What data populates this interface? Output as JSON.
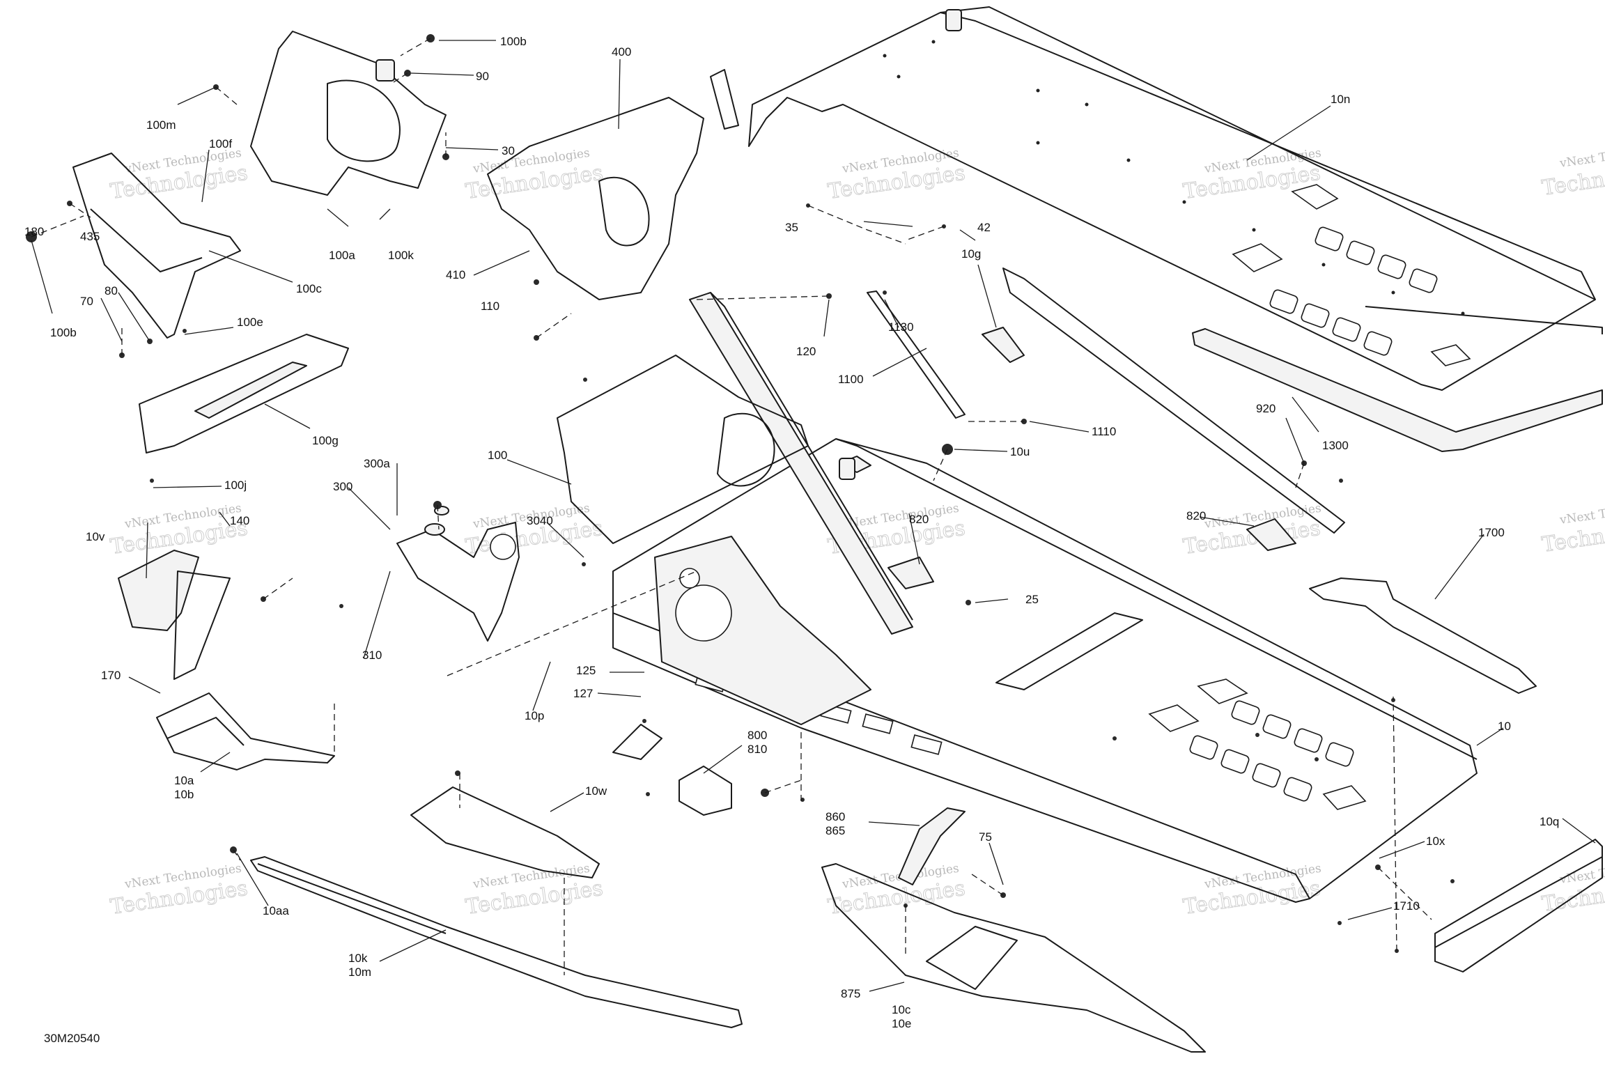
{
  "figure_code": "30M20540",
  "watermark": {
    "line1": "vNext Technologies",
    "line2": "Technologies"
  },
  "callouts": [
    {
      "id": "100b_top",
      "text": "100b"
    },
    {
      "id": "90",
      "text": "90"
    },
    {
      "id": "30",
      "text": "30"
    },
    {
      "id": "100m",
      "text": "100m"
    },
    {
      "id": "100f",
      "text": "100f"
    },
    {
      "id": "180",
      "text": "180"
    },
    {
      "id": "435",
      "text": "435"
    },
    {
      "id": "100a",
      "text": "100a"
    },
    {
      "id": "100k",
      "text": "100k"
    },
    {
      "id": "100c",
      "text": "100c"
    },
    {
      "id": "70",
      "text": "70"
    },
    {
      "id": "80",
      "text": "80"
    },
    {
      "id": "100b_left",
      "text": "100b"
    },
    {
      "id": "100e",
      "text": "100e"
    },
    {
      "id": "100g",
      "text": "100g"
    },
    {
      "id": "100j",
      "text": "100j"
    },
    {
      "id": "400",
      "text": "400"
    },
    {
      "id": "410",
      "text": "410"
    },
    {
      "id": "110",
      "text": "110"
    },
    {
      "id": "10n",
      "text": "10n"
    },
    {
      "id": "35",
      "text": "35"
    },
    {
      "id": "42",
      "text": "42"
    },
    {
      "id": "10g",
      "text": "10g"
    },
    {
      "id": "120",
      "text": "120"
    },
    {
      "id": "1130",
      "text": "1130"
    },
    {
      "id": "1100",
      "text": "1100"
    },
    {
      "id": "1110",
      "text": "1110"
    },
    {
      "id": "1300",
      "text": "1300"
    },
    {
      "id": "920",
      "text": "920"
    },
    {
      "id": "10u",
      "text": "10u"
    },
    {
      "id": "100",
      "text": "100"
    },
    {
      "id": "300a",
      "text": "300a"
    },
    {
      "id": "300",
      "text": "300"
    },
    {
      "id": "3040",
      "text": "3040"
    },
    {
      "id": "140",
      "text": "140"
    },
    {
      "id": "10v",
      "text": "10v"
    },
    {
      "id": "820_a",
      "text": "820"
    },
    {
      "id": "820_b",
      "text": "820"
    },
    {
      "id": "25",
      "text": "25"
    },
    {
      "id": "1700",
      "text": "1700"
    },
    {
      "id": "310",
      "text": "310"
    },
    {
      "id": "170",
      "text": "170"
    },
    {
      "id": "125",
      "text": "125"
    },
    {
      "id": "127",
      "text": "127"
    },
    {
      "id": "10p",
      "text": "10p"
    },
    {
      "id": "800",
      "text": "800"
    },
    {
      "id": "810",
      "text": "810"
    },
    {
      "id": "10",
      "text": "10"
    },
    {
      "id": "10a",
      "text": "10a"
    },
    {
      "id": "10b",
      "text": "10b"
    },
    {
      "id": "10w",
      "text": "10w"
    },
    {
      "id": "860",
      "text": "860"
    },
    {
      "id": "865",
      "text": "865"
    },
    {
      "id": "75",
      "text": "75"
    },
    {
      "id": "10x",
      "text": "10x"
    },
    {
      "id": "10q",
      "text": "10q"
    },
    {
      "id": "1710",
      "text": "1710"
    },
    {
      "id": "10aa",
      "text": "10aa"
    },
    {
      "id": "10k",
      "text": "10k"
    },
    {
      "id": "10m",
      "text": "10m"
    },
    {
      "id": "875",
      "text": "875"
    },
    {
      "id": "10c",
      "text": "10c"
    },
    {
      "id": "10e",
      "text": "10e"
    }
  ]
}
